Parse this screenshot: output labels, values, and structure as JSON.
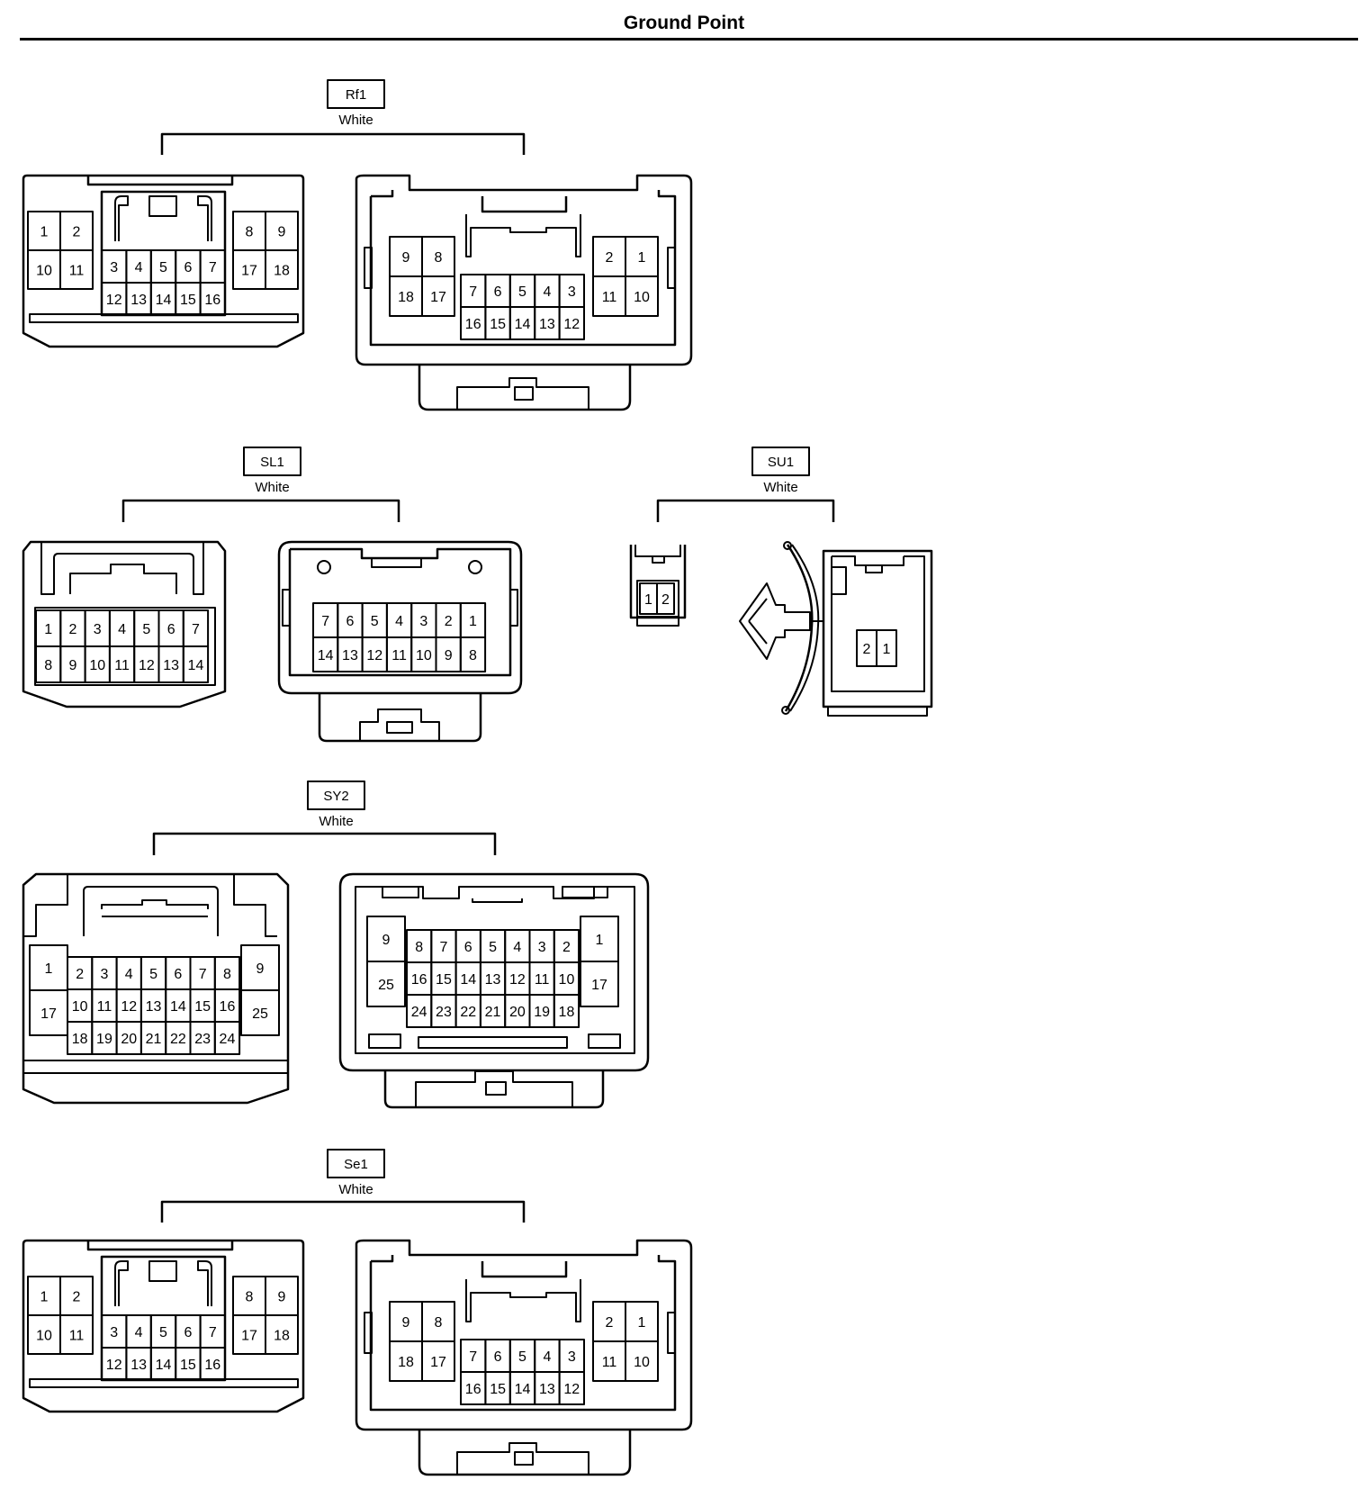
{
  "title": "Ground Point",
  "connectors": [
    {
      "id": "Rf1",
      "color": "White",
      "female": {
        "left": [
          [
            "1",
            "2"
          ],
          [
            "10",
            "11"
          ]
        ],
        "center": [
          [
            "3",
            "4",
            "5",
            "6",
            "7"
          ],
          [
            "12",
            "13",
            "14",
            "15",
            "16"
          ]
        ],
        "right": [
          [
            "8",
            "9"
          ],
          [
            "17",
            "18"
          ]
        ]
      },
      "male": {
        "left": [
          [
            "9",
            "8"
          ],
          [
            "18",
            "17"
          ]
        ],
        "center": [
          [
            "7",
            "6",
            "5",
            "4",
            "3"
          ],
          [
            "16",
            "15",
            "14",
            "13",
            "12"
          ]
        ],
        "right": [
          [
            "2",
            "1"
          ],
          [
            "11",
            "10"
          ]
        ]
      }
    },
    {
      "id": "SL1",
      "color": "White",
      "female": {
        "center": [
          [
            "1",
            "2",
            "3",
            "4",
            "5",
            "6",
            "7"
          ],
          [
            "8",
            "9",
            "10",
            "11",
            "12",
            "13",
            "14"
          ]
        ]
      },
      "male": {
        "center": [
          [
            "7",
            "6",
            "5",
            "4",
            "3",
            "2",
            "1"
          ],
          [
            "14",
            "13",
            "12",
            "11",
            "10",
            "9",
            "8"
          ]
        ]
      }
    },
    {
      "id": "SU1",
      "color": "White",
      "female": {
        "center": [
          [
            "1",
            "2"
          ]
        ]
      },
      "male": {
        "center": [
          [
            "2",
            "1"
          ]
        ]
      }
    },
    {
      "id": "SY2",
      "color": "White",
      "female": {
        "left": [
          [
            "1"
          ],
          [
            "17"
          ]
        ],
        "center": [
          [
            "2",
            "3",
            "4",
            "5",
            "6",
            "7",
            "8"
          ],
          [
            "10",
            "11",
            "12",
            "13",
            "14",
            "15",
            "16"
          ],
          [
            "18",
            "19",
            "20",
            "21",
            "22",
            "23",
            "24"
          ]
        ],
        "right": [
          [
            "9"
          ],
          [
            "25"
          ]
        ]
      },
      "male": {
        "left": [
          [
            "9"
          ],
          [
            "25"
          ]
        ],
        "center": [
          [
            "8",
            "7",
            "6",
            "5",
            "4",
            "3",
            "2"
          ],
          [
            "16",
            "15",
            "14",
            "13",
            "12",
            "11",
            "10"
          ],
          [
            "24",
            "23",
            "22",
            "21",
            "20",
            "19",
            "18"
          ]
        ],
        "right": [
          [
            "1"
          ],
          [
            "17"
          ]
        ]
      }
    },
    {
      "id": "Se1",
      "color": "White",
      "female": {
        "left": [
          [
            "1",
            "2"
          ],
          [
            "10",
            "11"
          ]
        ],
        "center": [
          [
            "3",
            "4",
            "5",
            "6",
            "7"
          ],
          [
            "12",
            "13",
            "14",
            "15",
            "16"
          ]
        ],
        "right": [
          [
            "8",
            "9"
          ],
          [
            "17",
            "18"
          ]
        ]
      },
      "male": {
        "left": [
          [
            "9",
            "8"
          ],
          [
            "18",
            "17"
          ]
        ],
        "center": [
          [
            "7",
            "6",
            "5",
            "4",
            "3"
          ],
          [
            "16",
            "15",
            "14",
            "13",
            "12"
          ]
        ],
        "right": [
          [
            "2",
            "1"
          ],
          [
            "11",
            "10"
          ]
        ]
      }
    }
  ]
}
